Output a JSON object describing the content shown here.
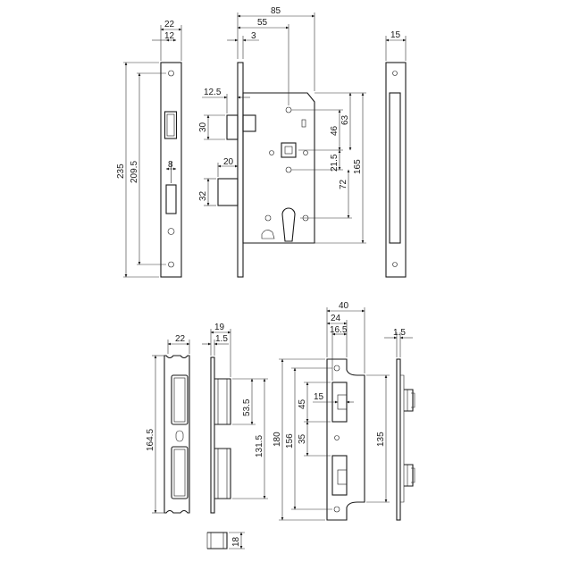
{
  "dimensions": {
    "faceplate_front": {
      "width": "22",
      "inner": "12",
      "total_height": "235",
      "hole_spacing": "209.5",
      "bolt_width": "8"
    },
    "lock_body_side": {
      "overall": "85",
      "backset": "55",
      "offset": "3",
      "latch_projection": "12.5",
      "latch_height": "30",
      "bolt_projection": "20",
      "bolt_height": "32",
      "d46": "46",
      "d63": "63",
      "d21_5": "21.5",
      "d72": "72",
      "d165": "165"
    },
    "forend_edge": {
      "width": "15"
    },
    "strike_front": {
      "width": "22",
      "height": "164.5"
    },
    "strike_side": {
      "depth": "19",
      "thickness": "1.5",
      "d53_5": "53.5",
      "d131_5": "131.5"
    },
    "strike_box": {
      "d18": "18"
    },
    "strike_plate": {
      "overall": "40",
      "d24": "24",
      "d16_5": "16.5",
      "d15": "15",
      "d45": "45",
      "d35": "35",
      "d180": "180",
      "d156": "156",
      "d135": "135"
    },
    "strike_plate_edge": {
      "thickness": "1.5"
    }
  }
}
